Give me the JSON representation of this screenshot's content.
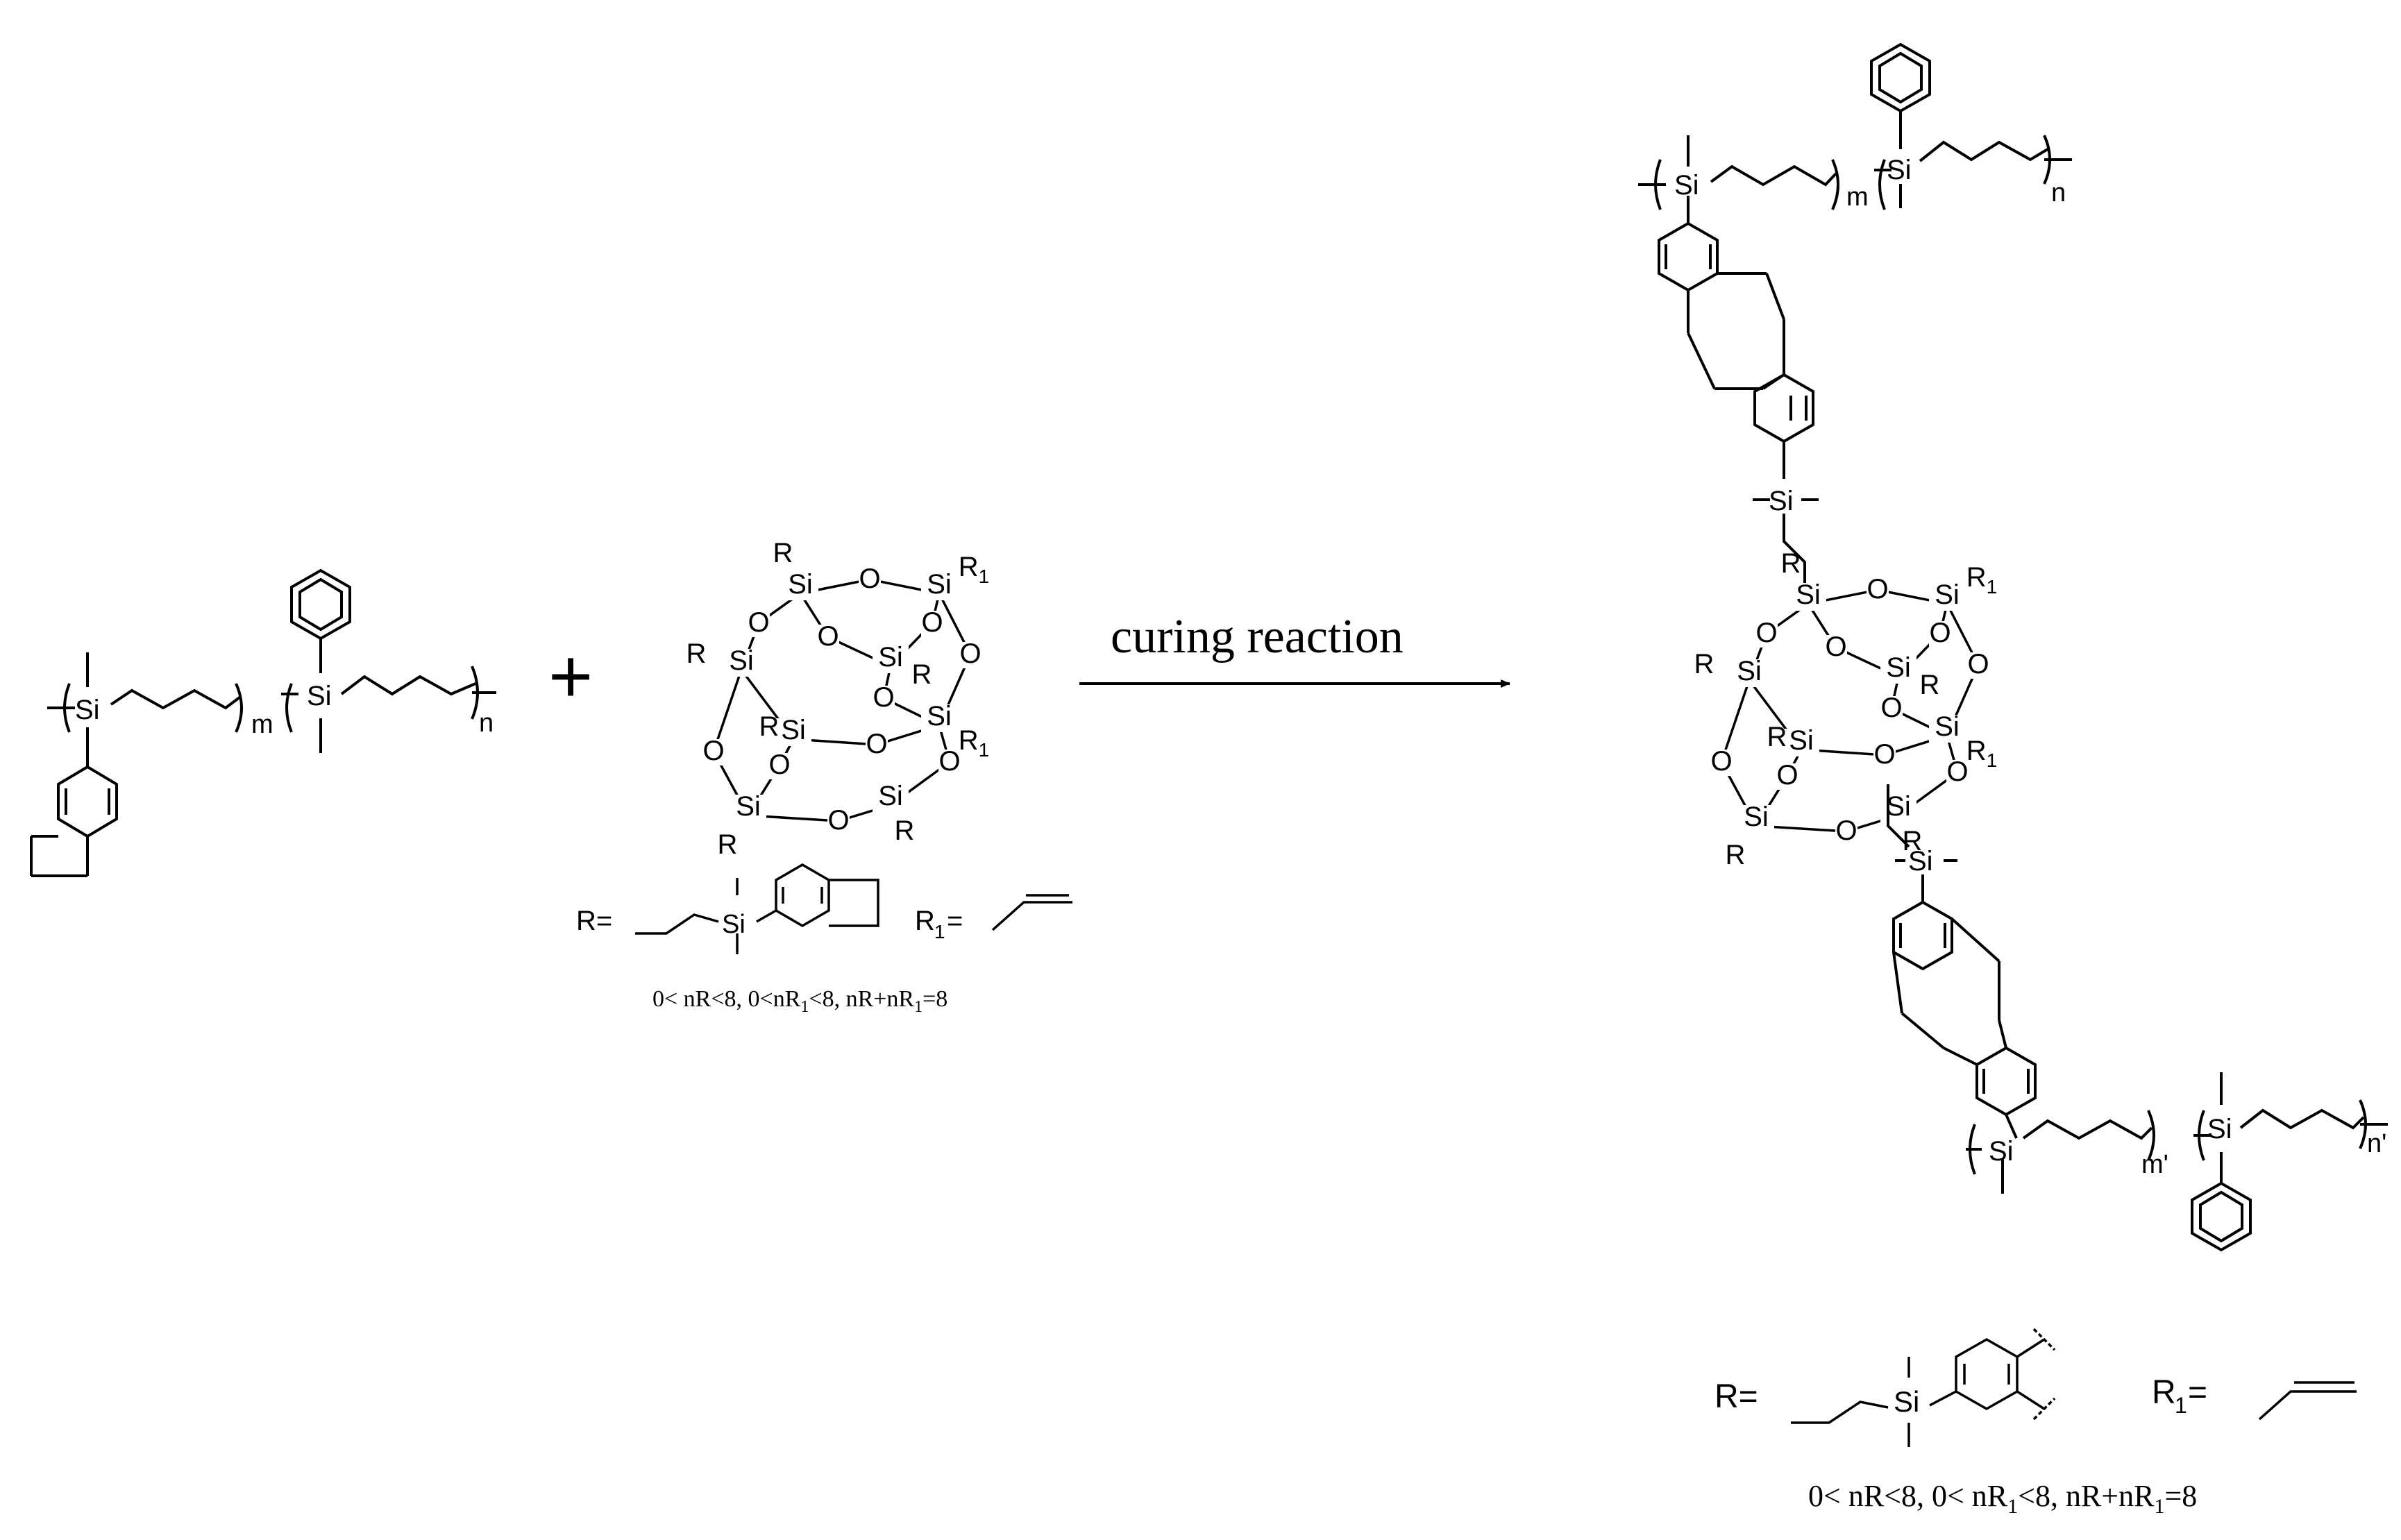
{
  "reaction": {
    "arrow_label": "curing reaction",
    "plus_sign": "+"
  },
  "atoms": {
    "si": "Si",
    "o": "O",
    "r": "R",
    "r1": "R",
    "r1_sub": "1"
  },
  "polymer": {
    "index_m": "m",
    "index_n": "n",
    "index_m_prime": "m'",
    "index_n_prime": "n'"
  },
  "poss_legend": {
    "r_label": "R=",
    "r1_label": "R",
    "r1_sub": "1",
    "r1_eq": "=",
    "condition_a": "0< nR<8, 0<nR",
    "condition_sub": "1",
    "condition_b": "<8, nR+nR",
    "condition_sub2": "1",
    "condition_c": "=8"
  },
  "product_legend": {
    "r_label": "R=",
    "r1_label": "R",
    "r1_sub": "1",
    "r1_eq": "=",
    "condition_a": "0< nR<8, 0< nR",
    "condition_sub": "1",
    "condition_b": "<8, nR+nR",
    "condition_sub2": "1",
    "condition_c": "=8"
  },
  "colors": {
    "ink": "#000000",
    "background": "#ffffff"
  }
}
